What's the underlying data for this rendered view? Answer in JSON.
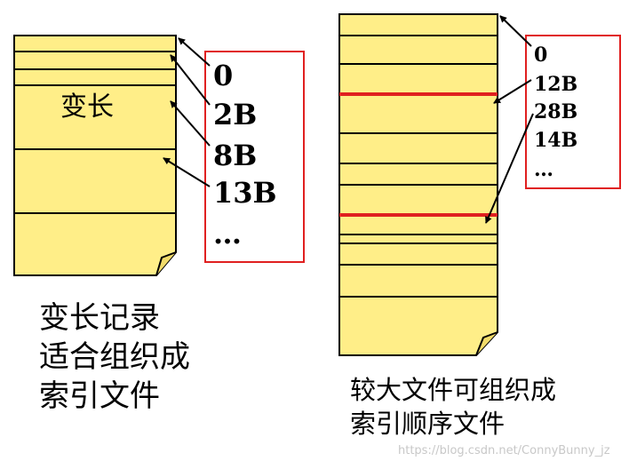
{
  "left_file": {
    "label": "变长",
    "offsets": [
      "0",
      "2B",
      "8B",
      "13B",
      "…"
    ]
  },
  "right_file": {
    "offsets": [
      "0",
      "12B",
      "28B",
      "14B",
      "…"
    ]
  },
  "captions": {
    "left": "变长记录\n适合组织成\n索引文件",
    "right": "较大文件可组织成\n索引顺序文件"
  },
  "watermark": "https://blog.csdn.net/ConnyBunny_jz",
  "colors": {
    "file_fill": "#ffee88",
    "outline": "#000000",
    "index_box": "#e02020",
    "highlight_line": "#e02020"
  }
}
